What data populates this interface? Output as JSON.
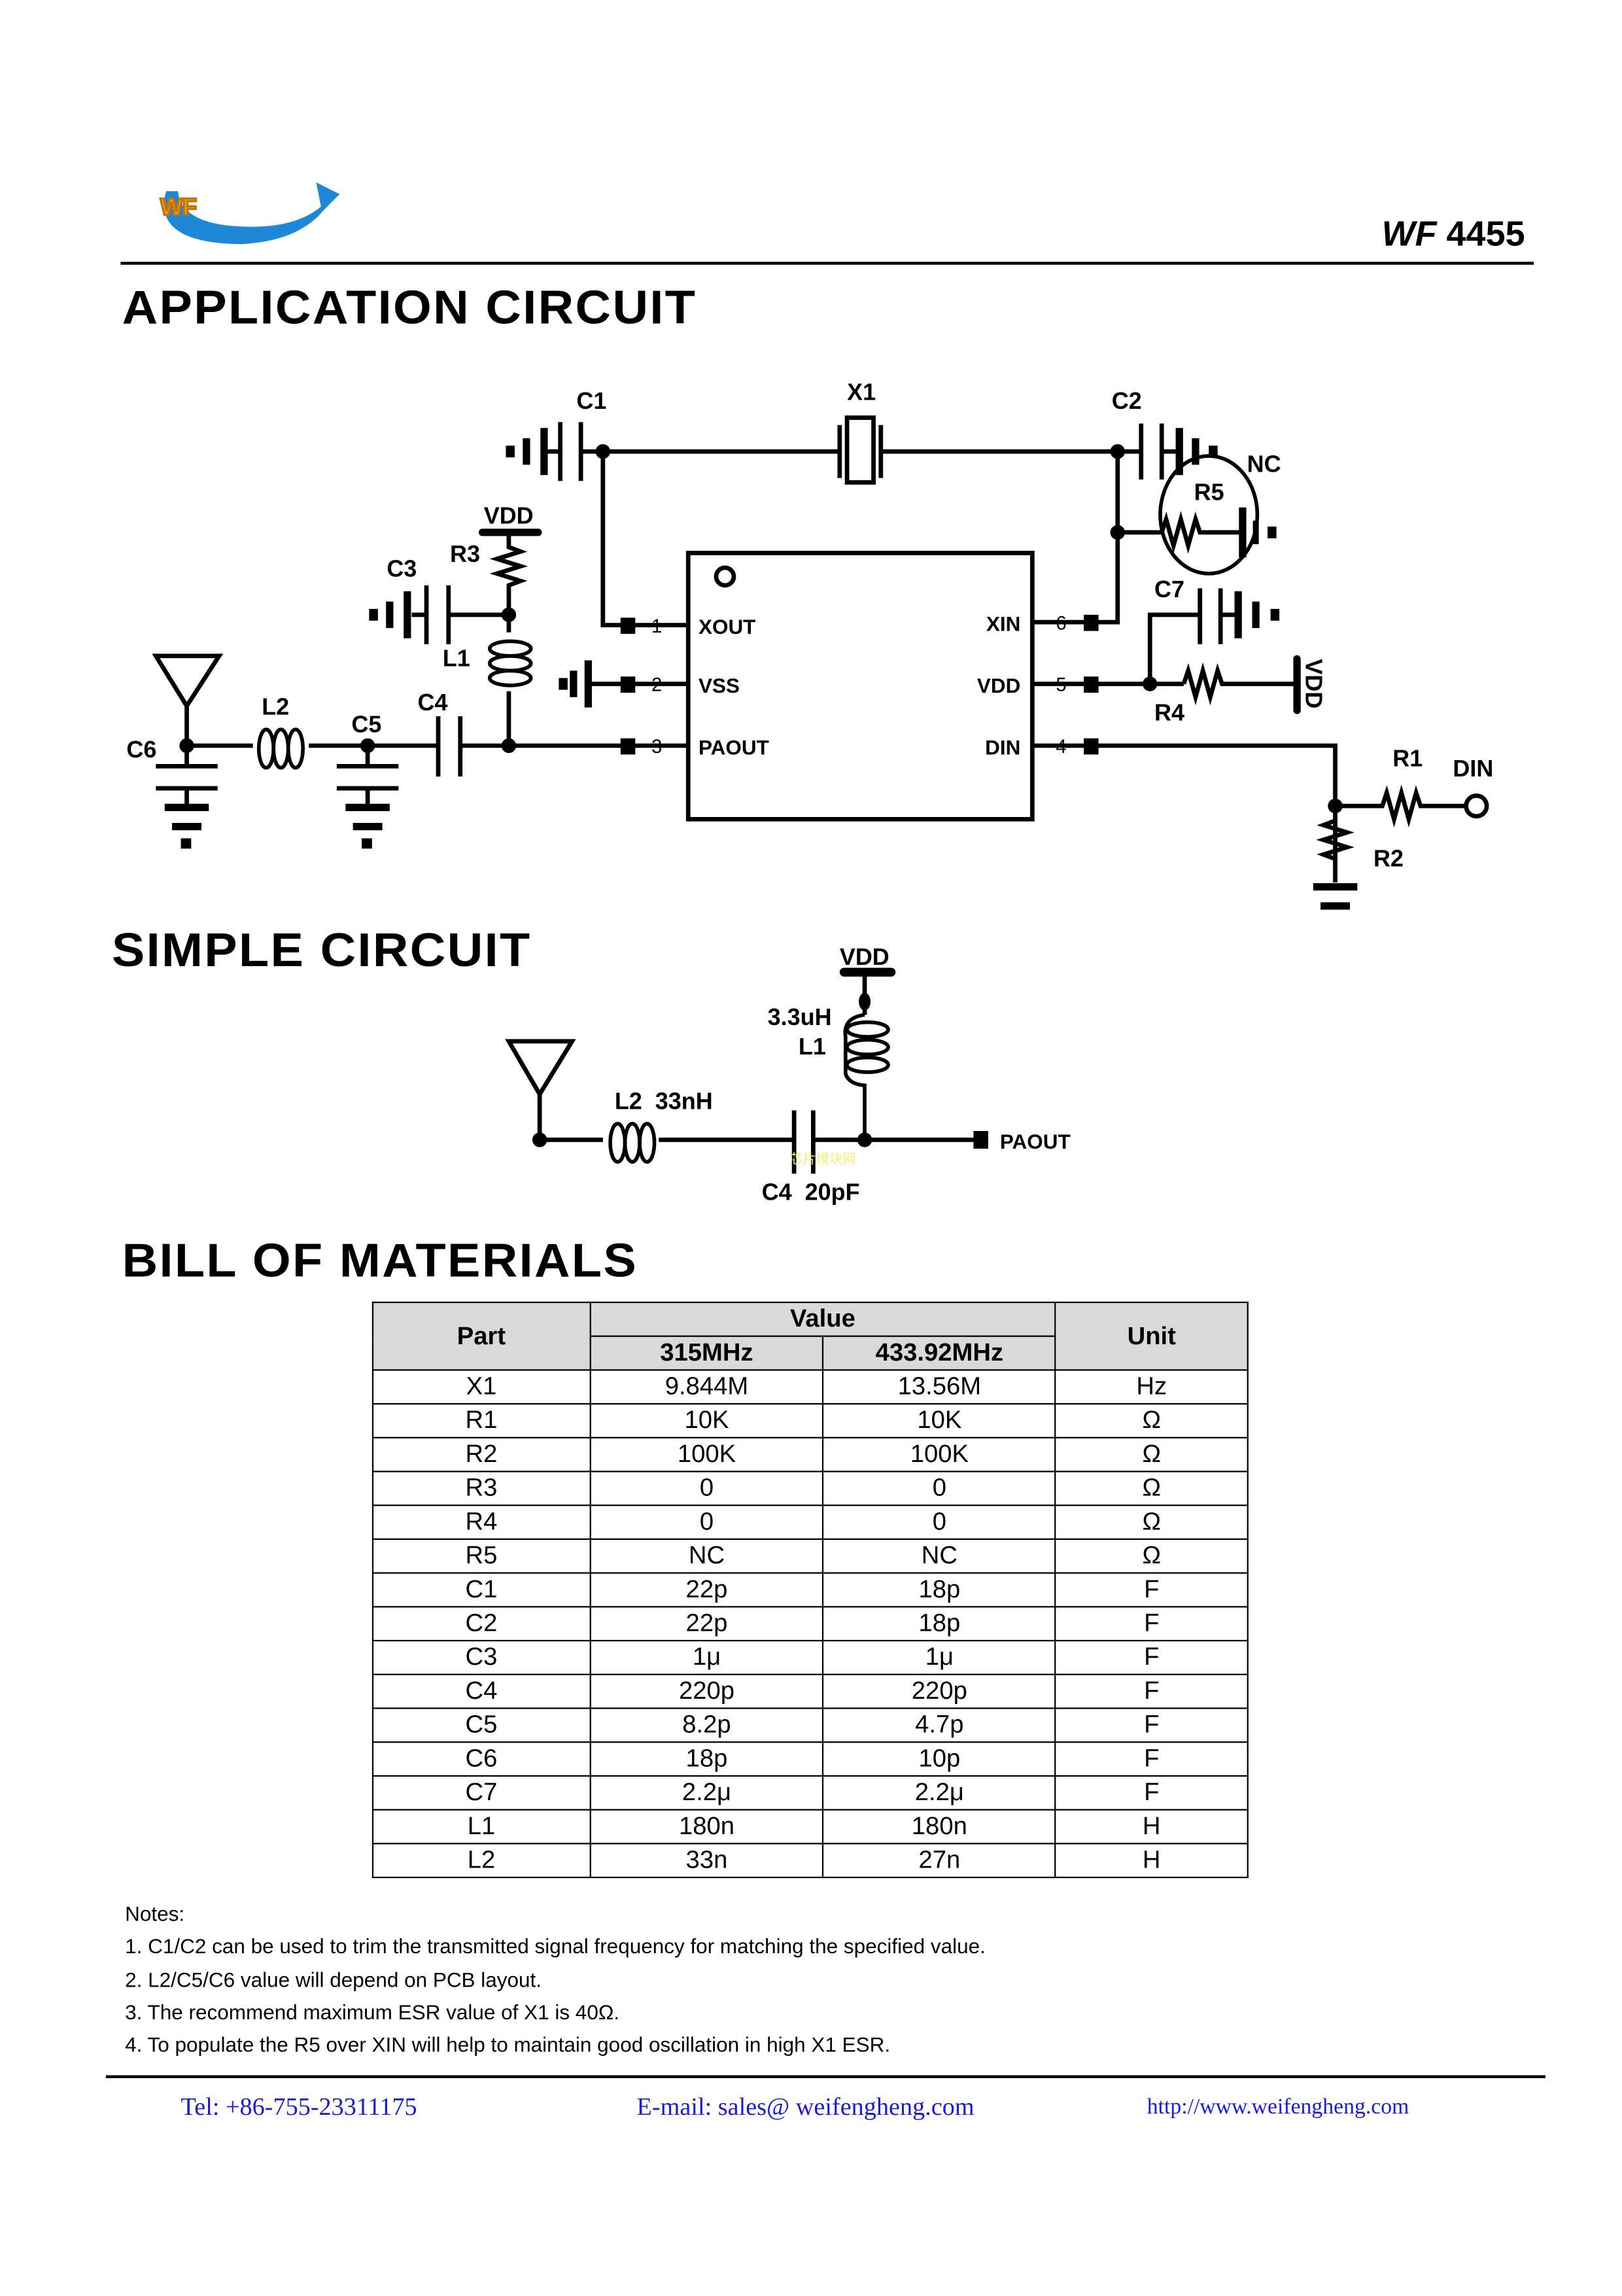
{
  "header": {
    "logo_text": "WF",
    "doc_prefix": "WF",
    "doc_number": "4455",
    "colors": {
      "logo_orange": "#f5a818",
      "logo_blue": "#1e88d8"
    }
  },
  "sections": {
    "application": "APPLICATION CIRCUIT",
    "simple": "SIMPLE CIRCUIT",
    "bom": "BILL OF MATERIALS"
  },
  "app_circuit": {
    "labels": {
      "c1": "C1",
      "x1": "X1",
      "c2": "C2",
      "nc": "NC",
      "r5": "R5",
      "c7": "C7",
      "r4": "R4",
      "vdd_r4": "VDD",
      "r1": "R1",
      "din": "DIN",
      "r2": "R2",
      "vdd": "VDD",
      "r3": "R3",
      "c3": "C3",
      "l1": "L1",
      "l2": "L2",
      "c5": "C5",
      "c4": "C4",
      "c6": "C6"
    },
    "ic_pins_left": [
      {
        "num": "1",
        "name": "XOUT"
      },
      {
        "num": "2",
        "name": "VSS"
      },
      {
        "num": "3",
        "name": "PAOUT"
      }
    ],
    "ic_pins_right": [
      {
        "num": "6",
        "name": "XIN"
      },
      {
        "num": "5",
        "name": "VDD"
      },
      {
        "num": "4",
        "name": "DIN"
      }
    ]
  },
  "simple_circuit": {
    "vdd": "VDD",
    "l1_value": "3.3uH",
    "l1": "L1",
    "l2": "L2  33nH",
    "c4": "C4  20pF",
    "paout": "PAOUT",
    "watermark": "芯片模块网"
  },
  "bom": {
    "headers": {
      "part": "Part",
      "value": "Value",
      "unit": "Unit",
      "f1": "315MHz",
      "f2": "433.92MHz"
    },
    "rows": [
      [
        "X1",
        "9.844M",
        "13.56M",
        "Hz"
      ],
      [
        "R1",
        "10K",
        "10K",
        "Ω"
      ],
      [
        "R2",
        "100K",
        "100K",
        "Ω"
      ],
      [
        "R3",
        "0",
        "0",
        "Ω"
      ],
      [
        "R4",
        "0",
        "0",
        "Ω"
      ],
      [
        "R5",
        "NC",
        "NC",
        "Ω"
      ],
      [
        "C1",
        "22p",
        "18p",
        "F"
      ],
      [
        "C2",
        "22p",
        "18p",
        "F"
      ],
      [
        "C3",
        "1μ",
        "1μ",
        "F"
      ],
      [
        "C4",
        "220p",
        "220p",
        "F"
      ],
      [
        "C5",
        "8.2p",
        "4.7p",
        "F"
      ],
      [
        "C6",
        "18p",
        "10p",
        "F"
      ],
      [
        "C7",
        "2.2μ",
        "2.2μ",
        "F"
      ],
      [
        "L1",
        "180n",
        "180n",
        "H"
      ],
      [
        "L2",
        "33n",
        "27n",
        "H"
      ]
    ]
  },
  "notes": {
    "title": "Notes:",
    "items": [
      "1. C1/C2 can be used to trim the transmitted signal frequency for matching the specified value.",
      "2. L2/C5/C6 value will depend on PCB layout.",
      "3. The recommend maximum ESR value of X1 is 40Ω.",
      "4. To populate the R5 over XIN will help to maintain good oscillation in high X1 ESR."
    ]
  },
  "footer": {
    "tel": "Tel: +86-755-23311175",
    "email": "E-mail: sales@ weifengheng.com",
    "web": "http://www.weifengheng.com",
    "color": "#1a1adc"
  }
}
